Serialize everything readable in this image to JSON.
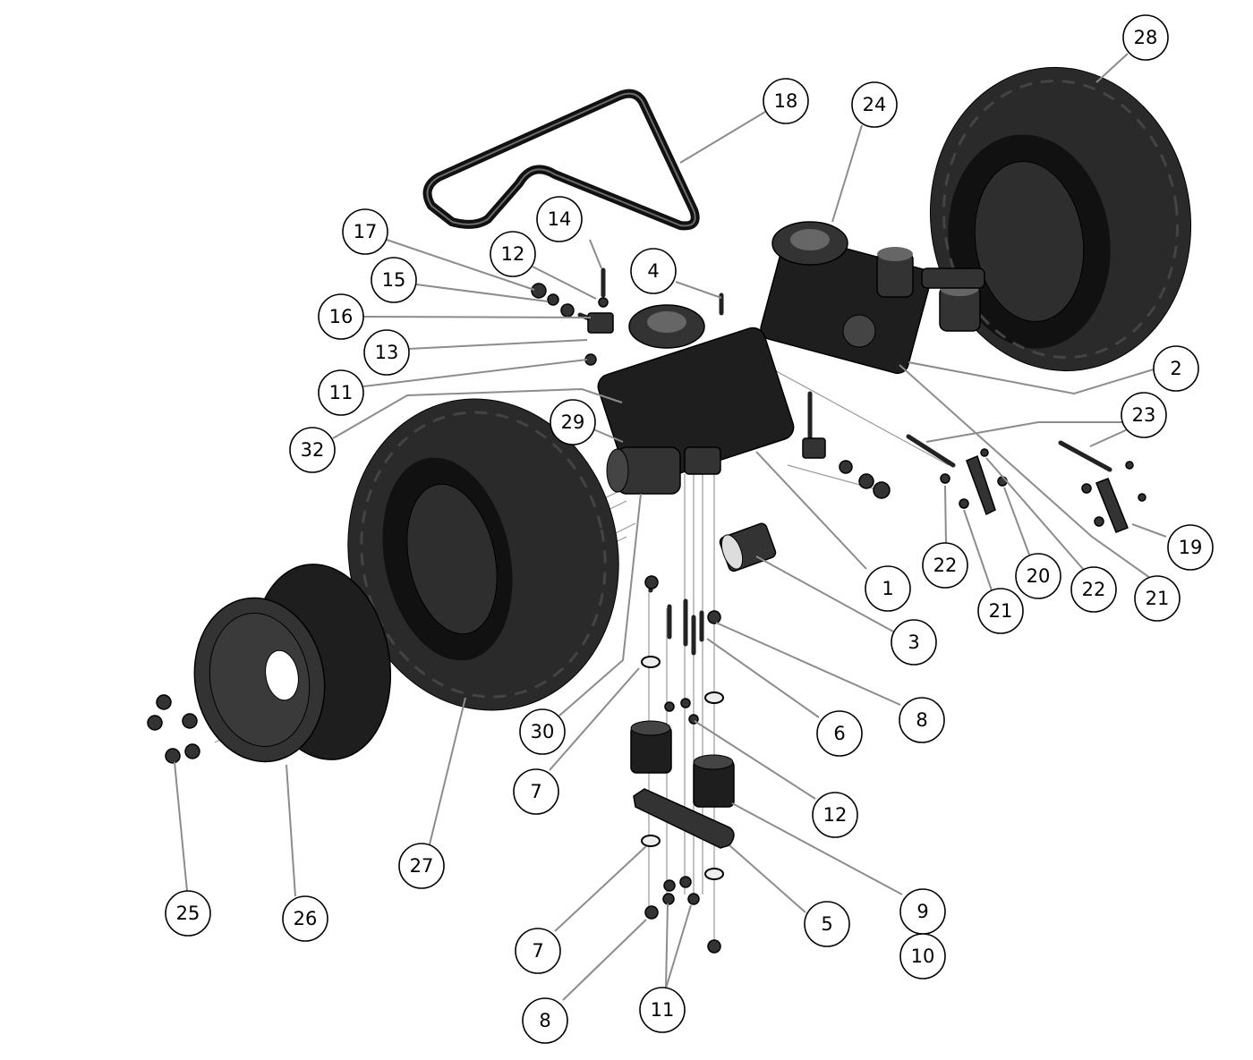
{
  "diagram": {
    "callout_labels": {
      "c1": "1",
      "c2": "2",
      "c3": "3",
      "c4": "4",
      "c5": "5",
      "c6": "6",
      "c7a": "7",
      "c7b": "7",
      "c8a": "8",
      "c8b": "8",
      "c9": "9",
      "c10": "10",
      "c11a": "11",
      "c11b": "11",
      "c12a": "12",
      "c12b": "12",
      "c13": "13",
      "c14": "14",
      "c15": "15",
      "c16": "16",
      "c17": "17",
      "c18": "18",
      "c19": "19",
      "c20": "20",
      "c21a": "21",
      "c21b": "21",
      "c22a": "22",
      "c22b": "22",
      "c23": "23",
      "c24": "24",
      "c25": "25",
      "c26": "26",
      "c27": "27",
      "c28": "28",
      "c29": "29",
      "c30": "30",
      "c32": "32"
    },
    "colors": {
      "part": "#1e1e1e",
      "leader": "#8c8c8c",
      "background": "#ffffff"
    }
  }
}
